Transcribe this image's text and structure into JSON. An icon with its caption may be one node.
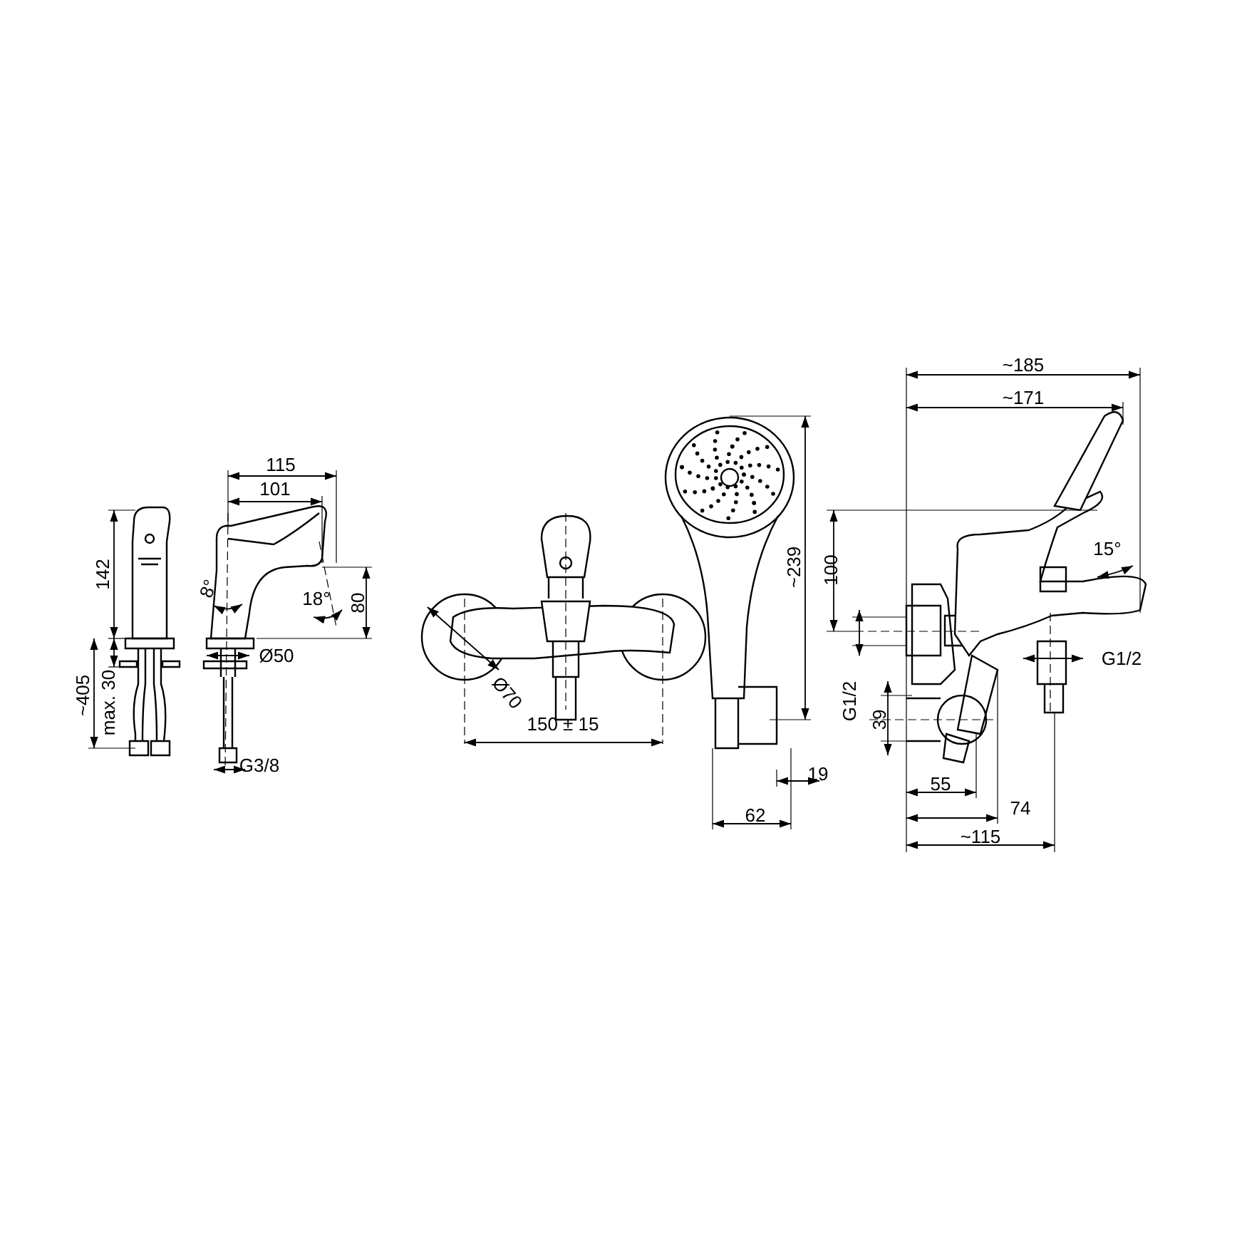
{
  "diagram": {
    "labels": [
      "142",
      "~405",
      "max. 30",
      "115",
      "101",
      "8°",
      "18°",
      "80",
      "Ø50",
      "G3/8",
      "Ø70",
      "150 ± 15",
      "~239",
      "62",
      "19",
      "~185",
      "~171",
      "100",
      "15°",
      "G1/2",
      "G1/2",
      "39",
      "55",
      "74",
      "~115"
    ]
  }
}
